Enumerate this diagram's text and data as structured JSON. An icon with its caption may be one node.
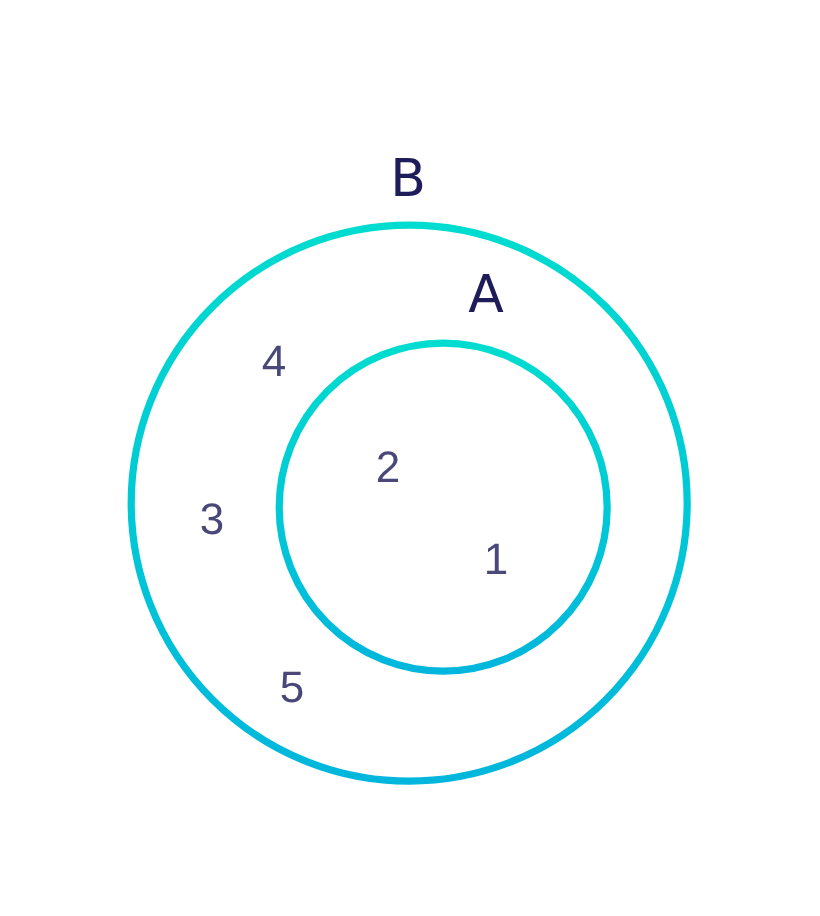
{
  "diagram": {
    "nodes": [
      {
        "text": [
          "B"
        ]
      },
      {
        "text": [
          "A"
        ],
        "in": 0
      }
    ],
    "labels": [
      "4",
      "2",
      "3",
      "1",
      "5"
    ]
  }
}
